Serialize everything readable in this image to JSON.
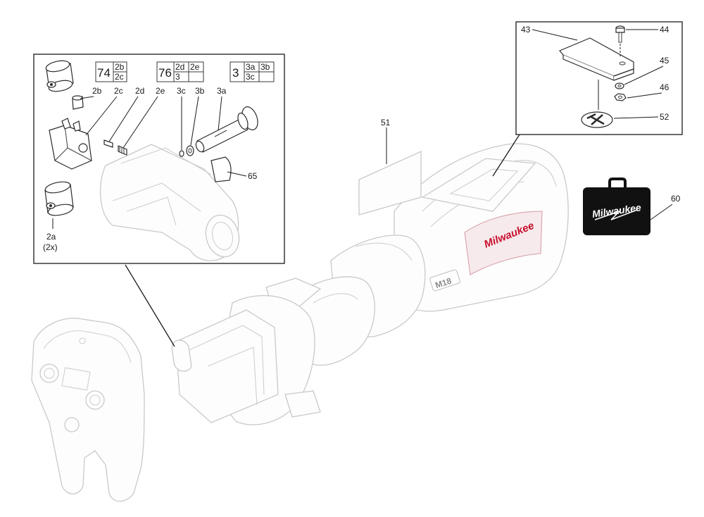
{
  "callouts": {
    "p2b": "2b",
    "p2c": "2c",
    "p2d": "2d",
    "p2e": "2e",
    "p3c": "3c",
    "p3b": "3b",
    "p3a": "3a",
    "p2a": "2a",
    "p2a_qty": "(2x)",
    "p65": "65",
    "p51": "51",
    "p43": "43",
    "p44": "44",
    "p45": "45",
    "p46": "46",
    "p52": "52",
    "p60": "60"
  },
  "kit_tables": [
    {
      "number": "74",
      "cells": [
        "2b",
        "2c"
      ]
    },
    {
      "number": "76",
      "cells": [
        "2d",
        "2e",
        "3",
        ""
      ]
    },
    {
      "number": "3",
      "cells": [
        "3a",
        "3b",
        "3c",
        ""
      ]
    }
  ],
  "branding": {
    "case_logo": "Milwaukee",
    "tool_logo": "Milwaukee",
    "battery_badge": "M18",
    "case_color": "#111111",
    "brand_red": "#c8102e"
  }
}
